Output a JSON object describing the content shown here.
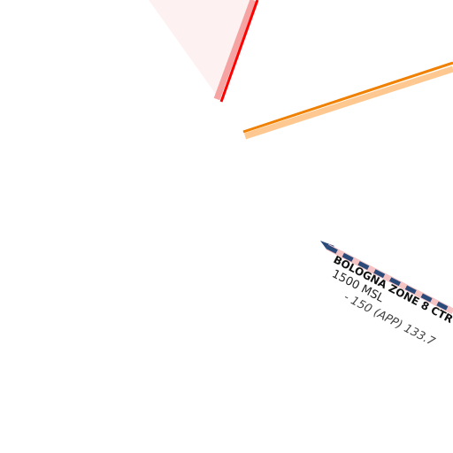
{
  "map": {
    "colors": {
      "background": "#ffffff",
      "restricted_fill": "#fdf2f1",
      "restricted_edge": "#ff0000",
      "restricted_edge_halo": "#f5a3a3",
      "route_line": "#f08000",
      "route_halo": "#ffc890",
      "ctr_dash": "#2a4a7a",
      "ctr_dash_alt": "#f4c4c4"
    },
    "airspace": {
      "name": "BOLOGNA ZONE 8 CTR",
      "altitude": "1500 MSL",
      "frequency": "- 150 (APP) 133.7"
    }
  }
}
